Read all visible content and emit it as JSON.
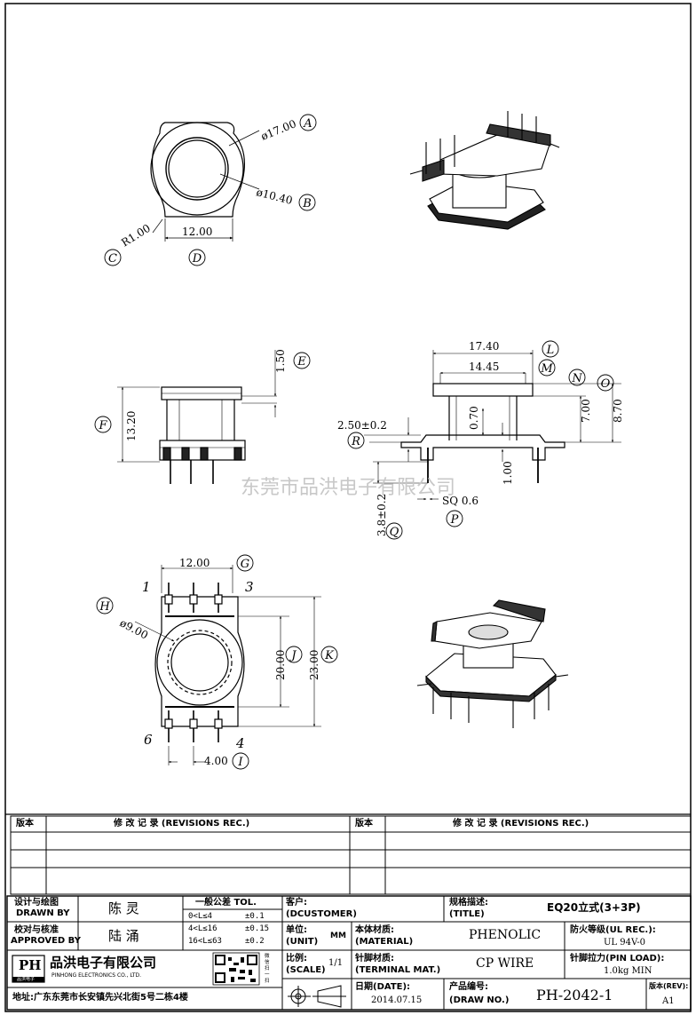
{
  "drawing": {
    "top_view": {
      "dia_outer": "ø17.00",
      "dia_inner": "ø10.40",
      "radius": "R1.00",
      "width": "12.00",
      "callouts": {
        "a": "A",
        "b": "B",
        "c": "C",
        "d": "D"
      }
    },
    "side_view": {
      "h_top": "1.50",
      "height": "13.20",
      "callouts": {
        "e": "E",
        "f": "F"
      }
    },
    "section_view": {
      "w_outer": "17.40",
      "w_inner": "14.45",
      "wall": "0.70",
      "flange": "7.00",
      "height": "8.70",
      "pin_off": "2.50±0.2",
      "base": "1.00",
      "pin_sq": "SQ  0.6",
      "pin_len": "3.8±0.2",
      "callouts": {
        "l": "L",
        "m": "M",
        "n": "N",
        "o": "O",
        "p": "P",
        "q": "Q",
        "r": "R"
      }
    },
    "bottom_view": {
      "pitch_span": "12.00",
      "dia_hole": "ø9.00",
      "h1": "20.00",
      "h2": "23.00",
      "pitch": "4.00",
      "pins": {
        "p1": "1",
        "p3": "3",
        "p6": "6",
        "p4": "4"
      },
      "callouts": {
        "g": "G",
        "h": "H",
        "i": "I",
        "j": "J",
        "k": "K"
      }
    },
    "watermark": "东莞市品洪电子有限公司"
  },
  "revisions": {
    "ver_header": "版本",
    "rev_header": "修 改 记 录 (REVISIONS REC.)",
    "rows": [
      "",
      "",
      ""
    ]
  },
  "title_block": {
    "drawn_label": "设计与绘图",
    "drawn_label_en": "DRAWN BY",
    "drawn_name": "陈 灵",
    "approved_label": "校对与核准",
    "approved_label_en": "APPROVED BY",
    "approved_name": "陆 涌",
    "tol_title": "一般公差 TOL.",
    "tol_rows": [
      {
        "range": "0<L≤4",
        "val": "±0.1"
      },
      {
        "range": "4<L≤16",
        "val": "±0.15"
      },
      {
        "range": "16<L≤63",
        "val": "±0.2"
      }
    ],
    "customer_label": "客户:",
    "customer_en": "(DCUSTOMER)",
    "title_label": "规格描述:",
    "title_en": "(TITLE)",
    "title_value": "EQ20立式(3+3P)",
    "unit_label": "单位:",
    "unit_en": "(UNIT)",
    "unit_value": "MM",
    "material_label": "本体材质:",
    "material_en": "(MATERIAL)",
    "material_value": "PHENOLIC",
    "fire_label": "防火等级(UL REC.):",
    "fire_value": "UL 94V-0",
    "scale_label": "比例:",
    "scale_en": "(SCALE)",
    "scale_value": "1/1",
    "terminal_label": "针脚材质:",
    "terminal_en": "(TERMINAL MAT.)",
    "terminal_value": "CP WIRE",
    "pinload_label": "针脚拉力(PIN LOAD):",
    "pinload_value": "1.0kg MIN",
    "date_label": "日期(DATE):",
    "date_value": "2014.07.15",
    "drawno_label": "产品编号:",
    "drawno_en": "(DRAW NO.)",
    "drawno_value": "PH-2042-1",
    "rev_label": "版本(REV):",
    "rev_value": "A1",
    "company_cn": "品洪电子有限公司",
    "company_en": "PINHONG ELECTRONICS CO., LTD.",
    "logo_text": "PH",
    "logo_sub": "品洪电子",
    "address": "地址:广东东莞市长安镇先兴北街5号二栋4楼",
    "qr_side": "微信扫一扫"
  }
}
